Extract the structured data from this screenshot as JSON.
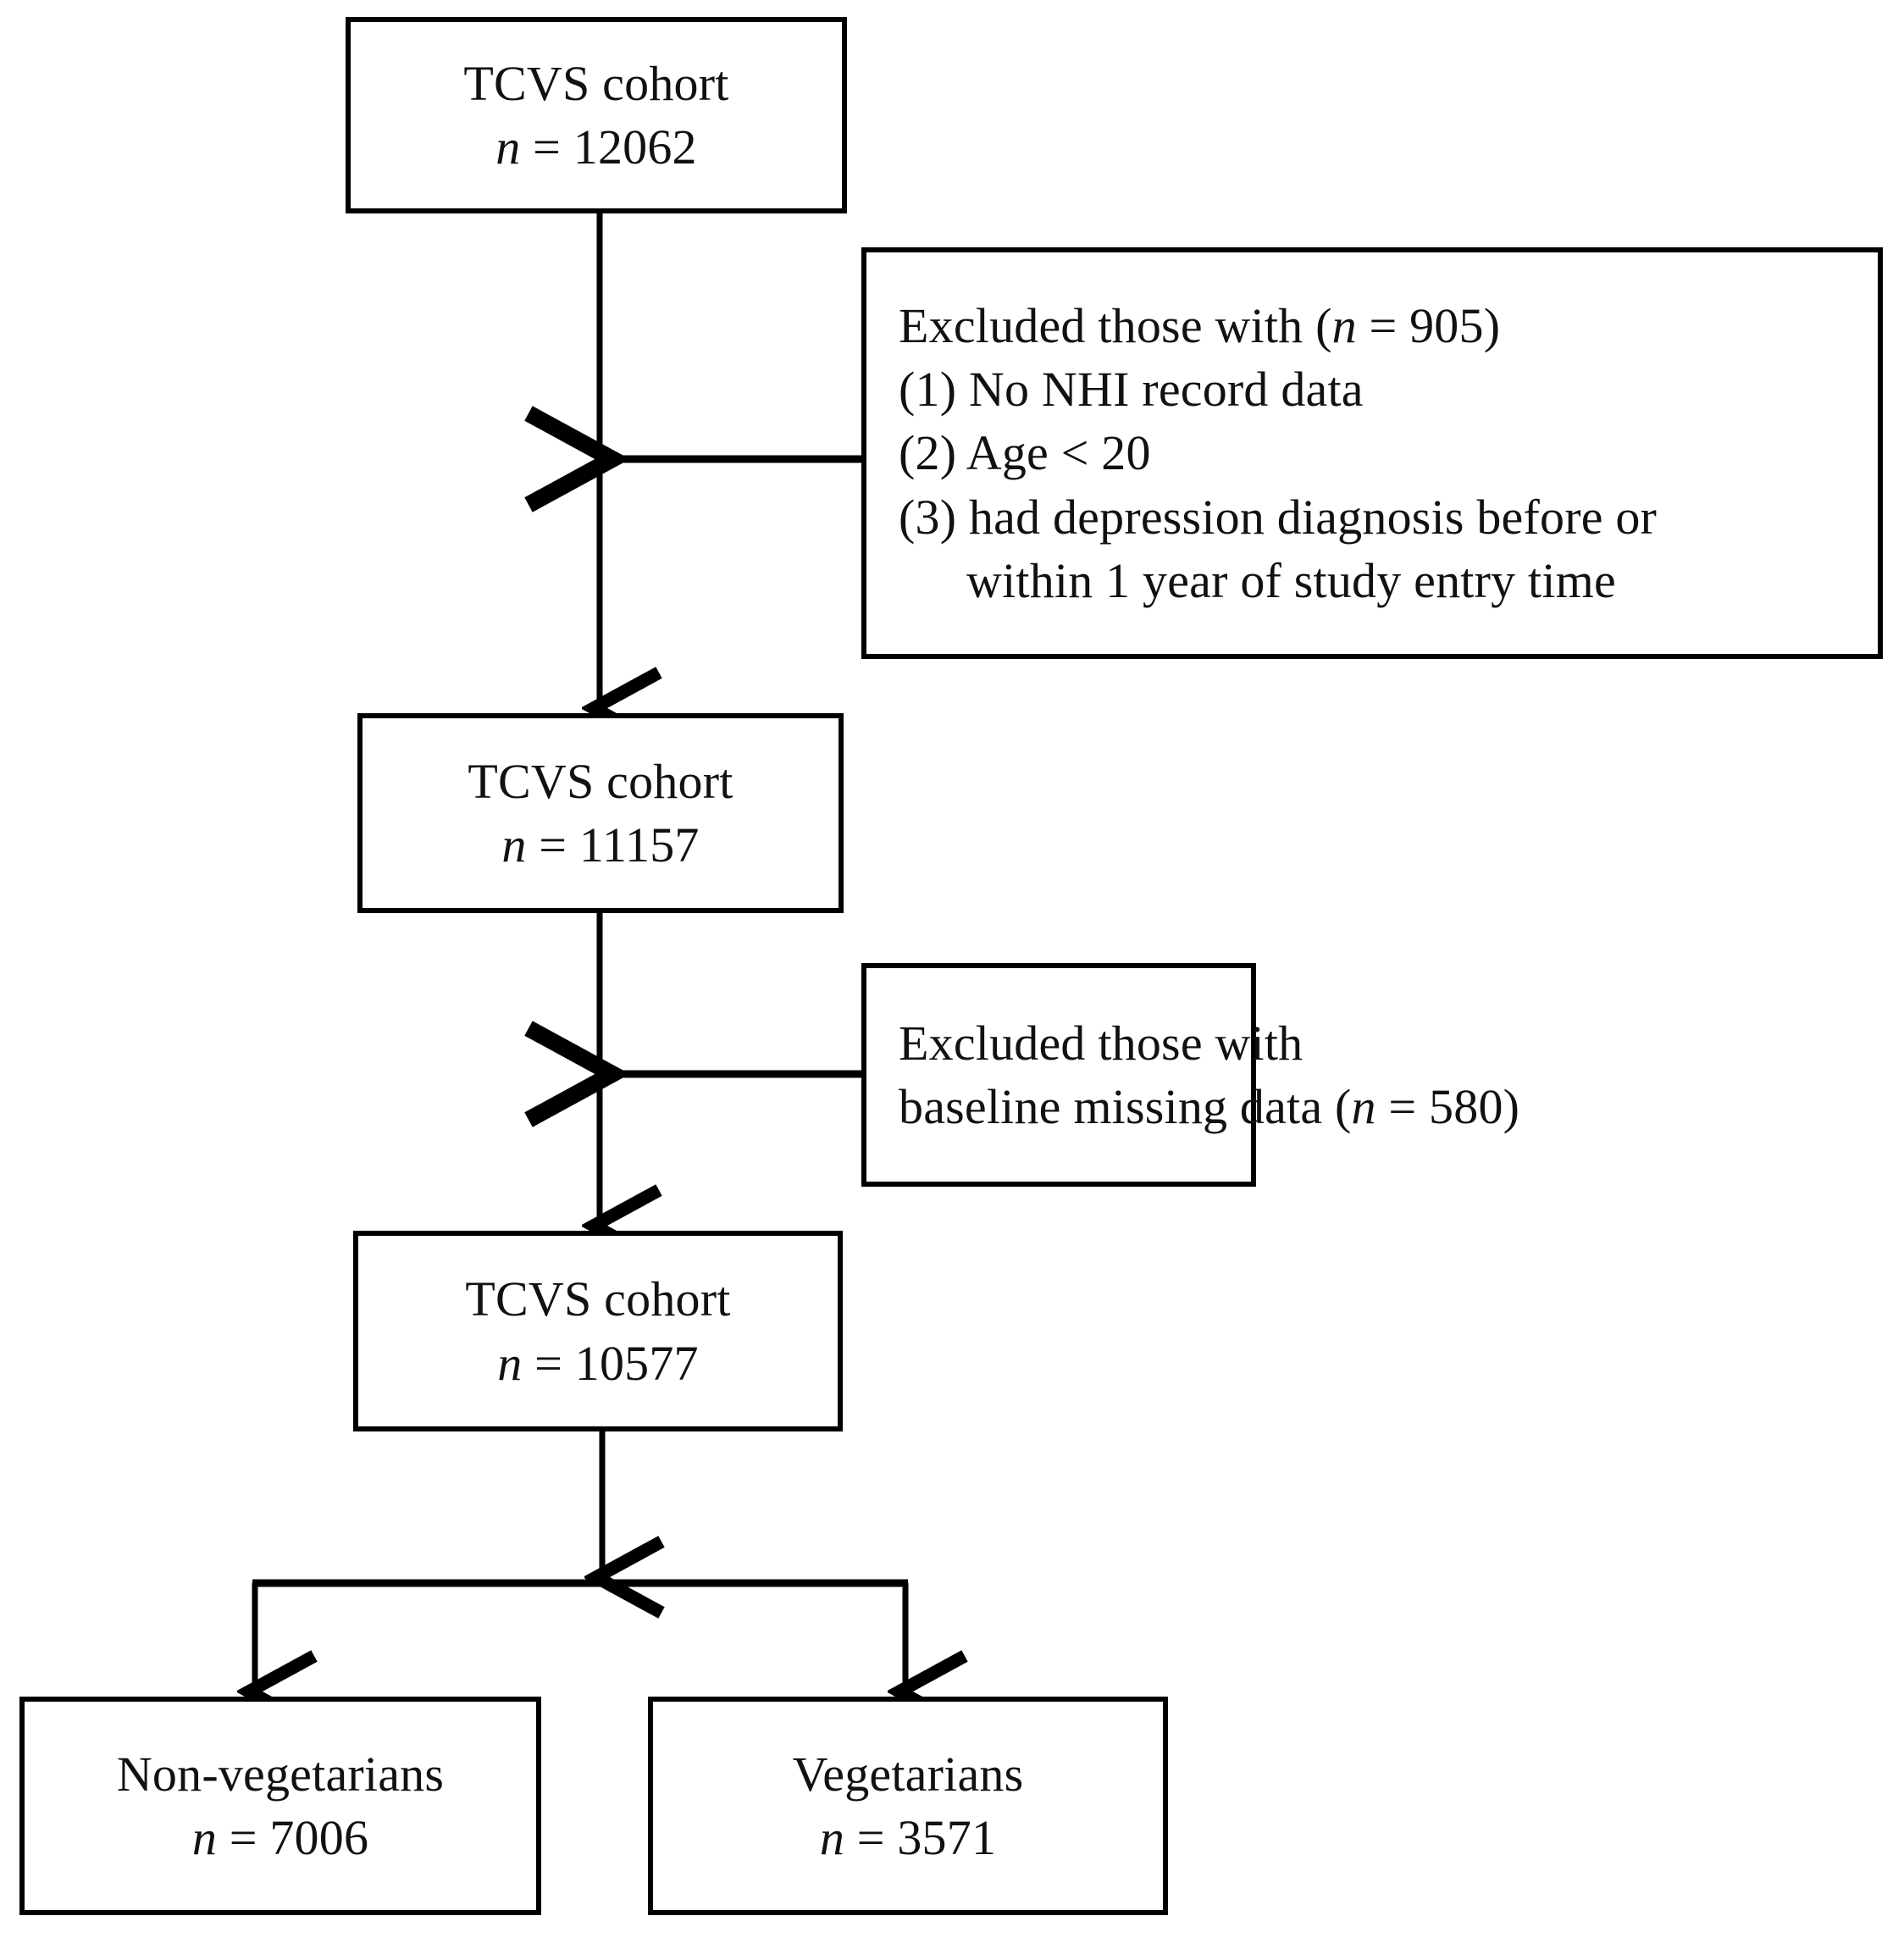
{
  "diagram": {
    "type": "flowchart",
    "title": "TCVS cohort study participant flow",
    "stroke_color": "#000000",
    "background_color": "#ffffff",
    "nodes": [
      {
        "id": "cohort-1",
        "kind": "cohort-box",
        "line1": "TCVS cohort",
        "line2_label": "n",
        "line2_value": " = 12062",
        "n": 12062
      },
      {
        "id": "exclusion-1",
        "kind": "exclusion-box",
        "header_prefix": "Excluded those with (",
        "header_label": "n",
        "header_suffix": " = 905)",
        "n": 905,
        "item1": "(1) No NHI record data",
        "item2": "(2) Age < 20",
        "item3a": "(3) had depression diagnosis before or",
        "item3b": "within 1 year of study entry time"
      },
      {
        "id": "cohort-2",
        "kind": "cohort-box",
        "line1": "TCVS cohort",
        "line2_label": "n",
        "line2_value": " = 11157",
        "n": 11157
      },
      {
        "id": "exclusion-2",
        "kind": "exclusion-box",
        "line1": "Excluded those with",
        "line2_prefix": "baseline missing data (",
        "line2_label": "n",
        "line2_suffix": " = 580)",
        "n": 580
      },
      {
        "id": "cohort-3",
        "kind": "cohort-box",
        "line1": "TCVS cohort",
        "line2_label": "n",
        "line2_value": " = 10577",
        "n": 10577
      },
      {
        "id": "non-vegetarians",
        "kind": "group-box",
        "line1": "Non-vegetarians",
        "line2_label": "n",
        "line2_value": " = 7006",
        "n": 7006
      },
      {
        "id": "vegetarians",
        "kind": "group-box",
        "line1": "Vegetarians",
        "line2_label": "n",
        "line2_value": " = 3571",
        "n": 3571
      }
    ],
    "edges": [
      {
        "from": "cohort-1",
        "to": "cohort-2",
        "style": "arrow-down"
      },
      {
        "from": "exclusion-1",
        "to": "cohort-1-to-2-trunk",
        "style": "arrow-left"
      },
      {
        "from": "cohort-2",
        "to": "cohort-3",
        "style": "arrow-down"
      },
      {
        "from": "exclusion-2",
        "to": "cohort-2-to-3-trunk",
        "style": "arrow-left"
      },
      {
        "from": "cohort-3",
        "to": "split-bar",
        "style": "arrow-down"
      },
      {
        "from": "split-bar",
        "to": "non-vegetarians",
        "style": "arrow-down"
      },
      {
        "from": "split-bar",
        "to": "vegetarians",
        "style": "arrow-down"
      }
    ]
  }
}
